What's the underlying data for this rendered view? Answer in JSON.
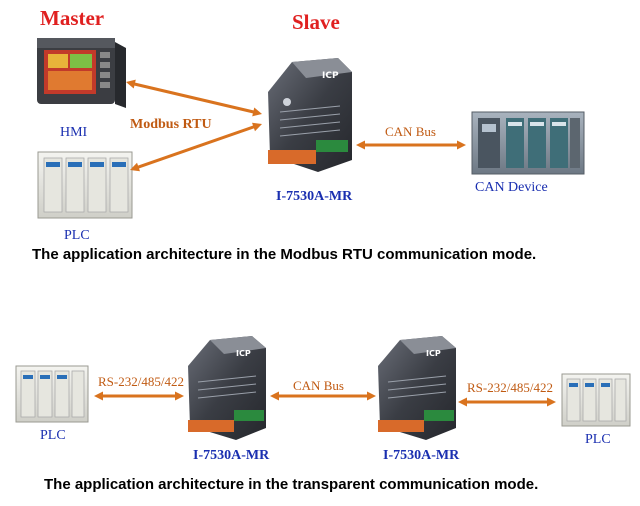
{
  "top": {
    "master_title": "Master",
    "slave_title": "Slave",
    "hmi_label": "HMI",
    "plc_label": "PLC",
    "protocol_label": "Modbus RTU",
    "module_label": "I-7530A-MR",
    "can_bus_label": "CAN Bus",
    "can_device_label": "CAN Device",
    "caption": "The application architecture in the Modbus RTU communication mode."
  },
  "bottom": {
    "left_plc_label": "PLC",
    "left_serial_label": "RS-232/485/422",
    "module_left_label": "I-7530A-MR",
    "can_bus_label": "CAN Bus",
    "module_right_label": "I-7530A-MR",
    "right_serial_label": "RS-232/485/422",
    "right_plc_label": "PLC",
    "caption": "The application architecture in the  transparent communication mode."
  },
  "colors": {
    "arrow": "#d9731e",
    "title_red": "#e02020",
    "label_blue": "#1a2fb0",
    "label_orange": "#c05a12"
  }
}
